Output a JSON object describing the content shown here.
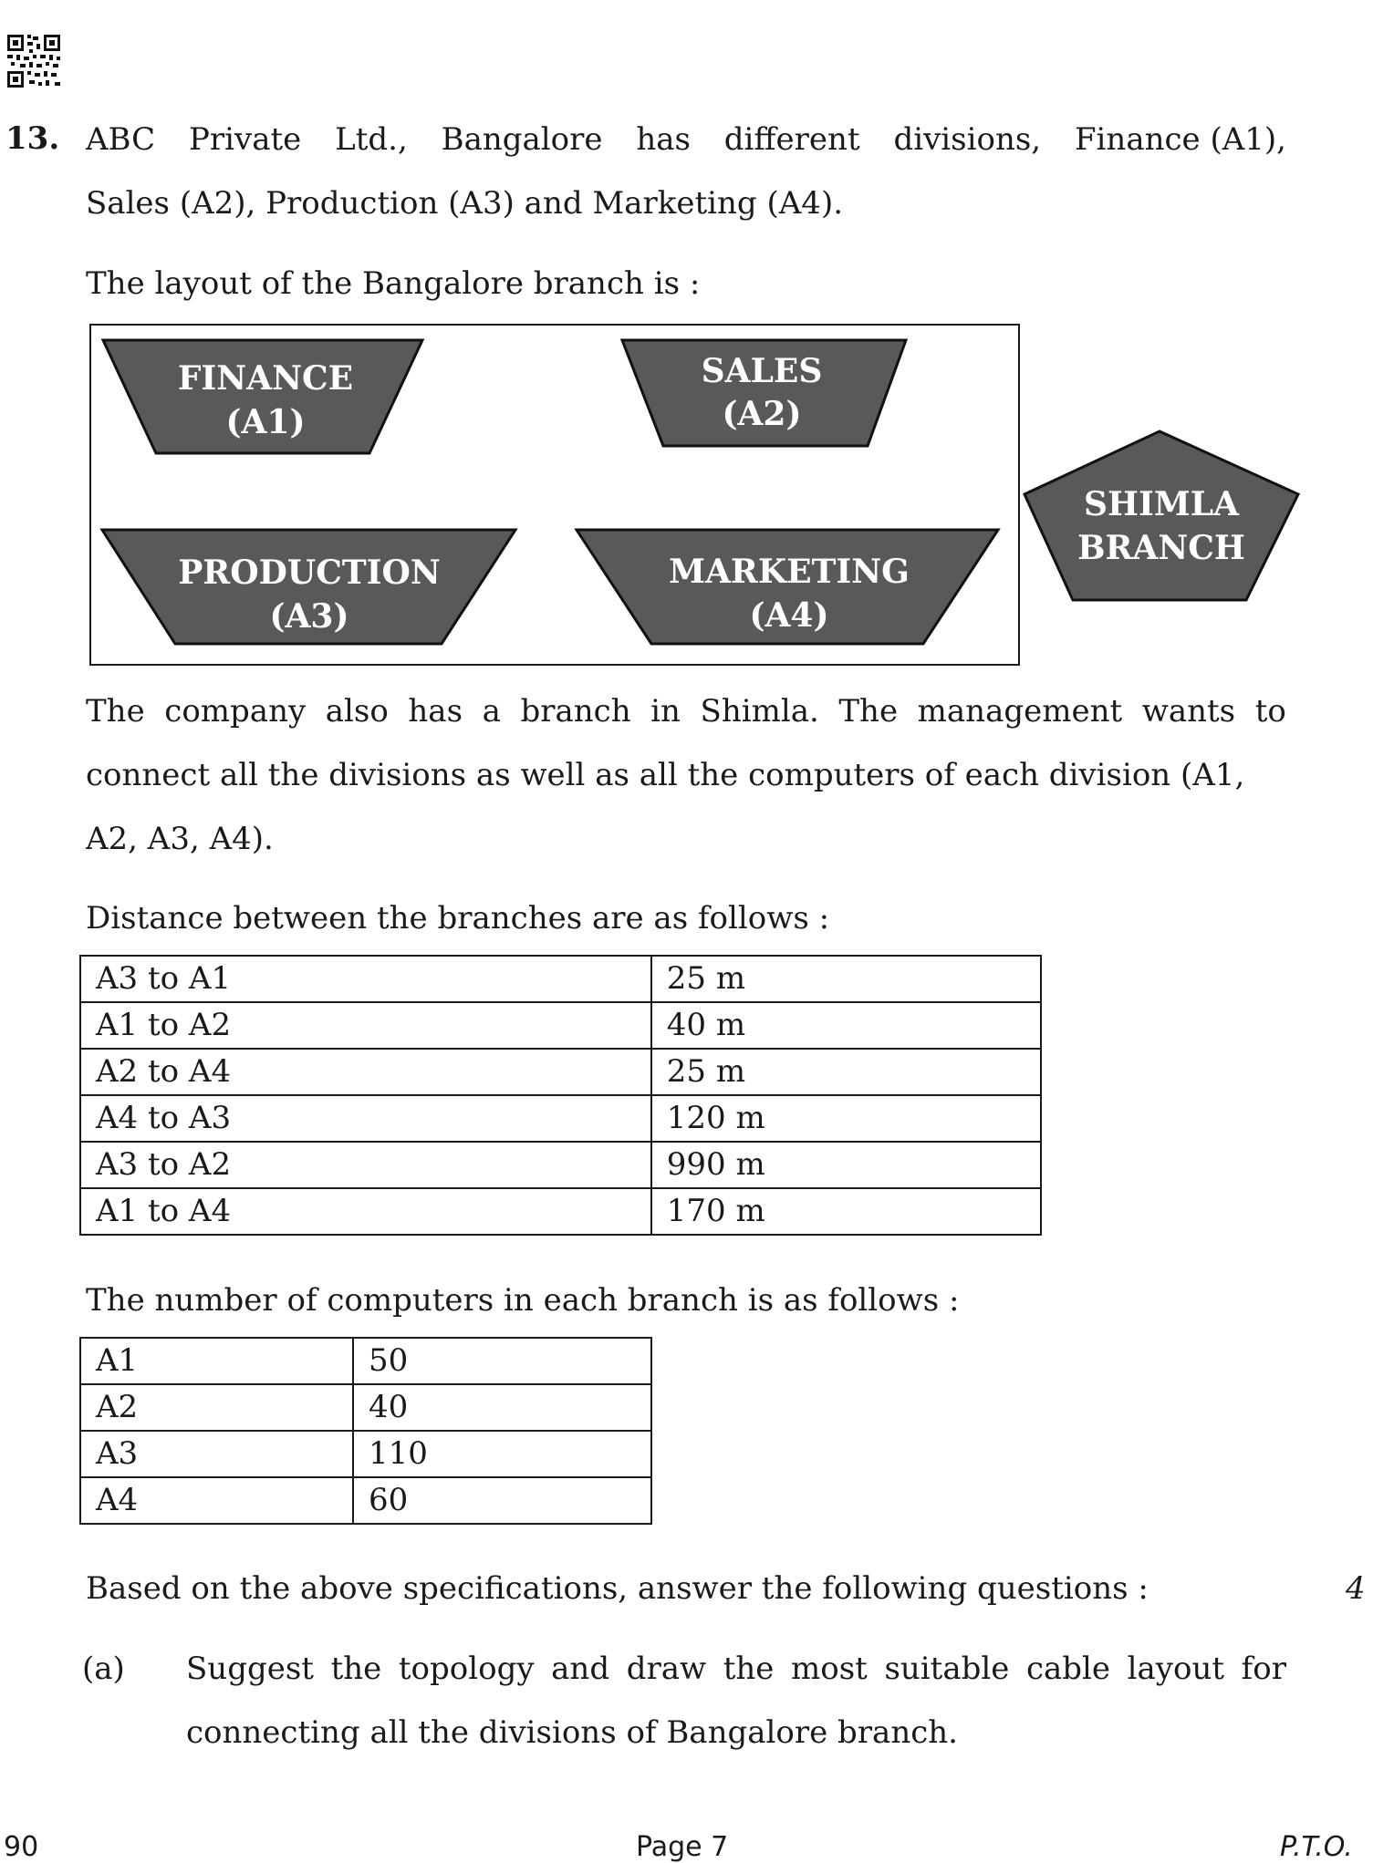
{
  "question": {
    "number": "13.",
    "intro_line1_words": [
      "ABC",
      "Private",
      "Ltd.,",
      "Bangalore",
      "has",
      "different",
      "divisions,",
      "Finance (A1),"
    ],
    "intro_line2": "Sales (A2), Production (A3) and Marketing (A4).",
    "layout_heading": "The layout of the Bangalore branch is :"
  },
  "diagram": {
    "fill_color": "#5a595a",
    "blocks": [
      {
        "id": "finance",
        "line1": "FINANCE",
        "line2": "(A1)"
      },
      {
        "id": "sales",
        "line1": "SALES",
        "line2": "(A2)"
      },
      {
        "id": "production",
        "line1": "PRODUCTION",
        "line2": "(A3)"
      },
      {
        "id": "marketing",
        "line1": "MARKETING",
        "line2": "(A4)"
      },
      {
        "id": "shimla",
        "line1": "SHIMLA",
        "line2": "BRANCH"
      }
    ]
  },
  "branch_text": {
    "line1_words": [
      "The",
      "company",
      "also",
      "has",
      "a",
      "branch",
      "in",
      "Shimla.",
      "The",
      "management",
      "wants",
      "to"
    ],
    "line2": "connect all the divisions as well as all the computers of each division (A1,",
    "line3": "A2, A3, A4)."
  },
  "distance": {
    "heading": "Distance between the branches are as follows :",
    "rows": [
      {
        "route": "A3 to A1",
        "distance": "25 m"
      },
      {
        "route": "A1 to A2",
        "distance": "40 m"
      },
      {
        "route": "A2 to A4",
        "distance": "25 m"
      },
      {
        "route": "A4 to A3",
        "distance": "120 m"
      },
      {
        "route": "A3 to A2",
        "distance": "990 m"
      },
      {
        "route": "A1 to A4",
        "distance": "170 m"
      }
    ]
  },
  "computers": {
    "heading": "The number of computers in each branch is as follows :",
    "rows": [
      {
        "branch": "A1",
        "count": "50"
      },
      {
        "branch": "A2",
        "count": "40"
      },
      {
        "branch": "A3",
        "count": "110"
      },
      {
        "branch": "A4",
        "count": "60"
      }
    ]
  },
  "instructions": {
    "text": "Based on the above specifications, answer the following questions :",
    "marks": "4"
  },
  "sub_question": {
    "label": "(a)",
    "line1_words": [
      "Suggest",
      "the",
      "topology",
      "and",
      "draw",
      "the",
      "most",
      "suitable",
      "cable",
      "layout",
      "for"
    ],
    "line2": "connecting all the divisions of Bangalore branch."
  },
  "footer": {
    "left": "90",
    "center": "Page 7",
    "right": "P.T.O."
  }
}
